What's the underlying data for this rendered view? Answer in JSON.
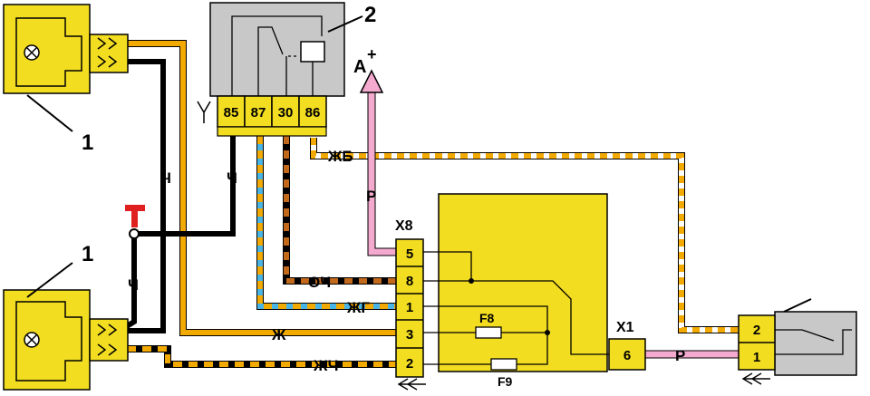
{
  "colors": {
    "yellow": "#f2dd20",
    "yellow_dark": "#c9b000",
    "orange": "#f2a900",
    "black": "#000000",
    "gray": "#c8c8c8",
    "pink": "#f4a9cf",
    "blue": "#49b5e6",
    "brown": "#c2691c"
  },
  "labels": {
    "lamp_callout_top": "1",
    "lamp_callout_bottom": "1",
    "relay_callout": "2",
    "power_label": "A",
    "power_sign": "+",
    "x8_label": "X8",
    "x1_label": "X1",
    "fuse_f8": "F8",
    "fuse_f9": "F9"
  },
  "relay_pins": [
    "85",
    "87",
    "30",
    "86"
  ],
  "x8_pins": [
    "5",
    "8",
    "1",
    "3",
    "2"
  ],
  "x1_pin": "6",
  "switch_pins": [
    "2",
    "1"
  ],
  "wire_labels": {
    "ch_left": "Ч",
    "ch_relay": "Ч",
    "ch_lower": "Ч",
    "zhb": "ЖБ",
    "r_vertical": "Р",
    "och": "ОЧ",
    "zhg": "ЖГ",
    "zh": "Ж",
    "zhch": "ЖЧ",
    "r_horizontal": "Р"
  }
}
